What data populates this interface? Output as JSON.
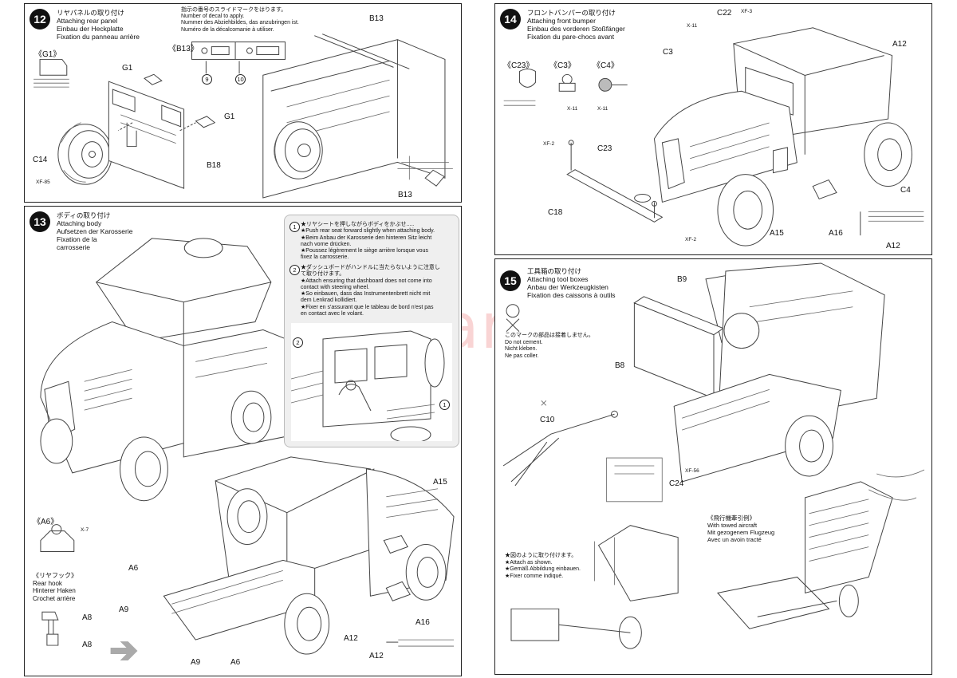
{
  "steps": {
    "s12": {
      "number": "12",
      "title": "リヤパネルの取り付け\nAttaching rear panel\nEinbau der Heckplatte\nFixation du panneau arrière",
      "decal_note": "指示の番号のスライドマークをはります。\nNumber of decal to apply.\nNummer des Abziehbildes, das anzubringen ist.\nNuméro de la décalcomanie à utiliser.",
      "labels": {
        "g1_detail": "《G1》",
        "b13_detail": "《B13》",
        "g1_a": "G1",
        "g1_b": "G1",
        "c14": "C14",
        "xf85": "XF-85",
        "b18": "B18",
        "b13_a": "B13",
        "b13_b": "B13",
        "decal9": "9",
        "decal10": "10"
      }
    },
    "s13": {
      "number": "13",
      "title": "ボディの取り付け\nAttaching body\nAufsetzen der Karosserie\nFixation de la\ncarrosserie",
      "note1": "★リヤシートを押しながらボディをかぶせ.....\n★Push rear seat forward slightly when attaching body.\n★Beim Anbau der Karosserie den hinteren Sitz leicht\nnach vorne drücken.\n★Poussez légèrement le siège arrière lorsque vous\nfixez la carrosserie.",
      "note2": "★ダッシュボードがハンドルに当たらないように注意し\nて取り付けます。\n★Attach ensuring that dashboard does not come into\ncontact with steering wheel.\n★So einbauen, dass das Instrumentenbrett nicht mit\ndem Lenkrad kollidiert.\n★Fixer en s'assurant que le tableau de bord n'est pas\nen contact avec le volant.",
      "mark1": "1",
      "mark2": "2",
      "labels": {
        "a6_detail": "《A6》",
        "x7": "X-7",
        "rear_hook": "《リヤフック》\nRear hook\nHinterer Haken\nCrochet arrière",
        "a8_a": "A8",
        "a8_b": "A8",
        "a6_a": "A6",
        "a6_b": "A6",
        "a9_a": "A9",
        "a9_b": "A9",
        "a12": "A12",
        "a12_b": "A12",
        "a15": "A15",
        "a16": "A16"
      }
    },
    "s14": {
      "number": "14",
      "title": "フロントバンパーの取り付け\nAttaching front bumper\nEinbau des vorderen Stoßfänger\nFixation du pare-chocs avant",
      "labels": {
        "c22": "C22",
        "xf3": "XF-3",
        "x11": "X-11",
        "c3": "C3",
        "a12": "A12",
        "c23_detail": "《C23》",
        "c3_detail": "《C3》",
        "c4_detail": "《C4》",
        "x11_b": "X-11",
        "x11_c": "X-11",
        "xf2_a": "XF-2",
        "xf2_b": "XF-2",
        "c23": "C23",
        "c18": "C18",
        "c4": "C4",
        "a15": "A15",
        "a16": "A16",
        "a12_b": "A12"
      }
    },
    "s15": {
      "number": "15",
      "title": "工具箱の取り付け\nAttaching tool boxes\nAnbau der Werkzeugkisten\nFixation des caissons à outils",
      "no_cement": "このマークの部品は接着しません。\nDo not cement.\nNicht kleben.\nNe pas coller.",
      "attach_shown": "★図のように取り付けます。\n★Attach as shown.\n★Gemäß Abbildung einbauen.\n★Fixer comme indiqué.",
      "towed": "《飛行機牽引例》\nWith towed aircraft\nMit gezogenem Flugzeug\nAvec un avoin tracté",
      "labels": {
        "b9": "B9",
        "b8": "B8",
        "c10": "C10",
        "xf56": "XF-56",
        "c24": "C24"
      }
    }
  },
  "watermark": "modelartikl.cz",
  "colors": {
    "watermark": "#e23c3c",
    "border": "#222222",
    "note_bg": "#efefef"
  }
}
